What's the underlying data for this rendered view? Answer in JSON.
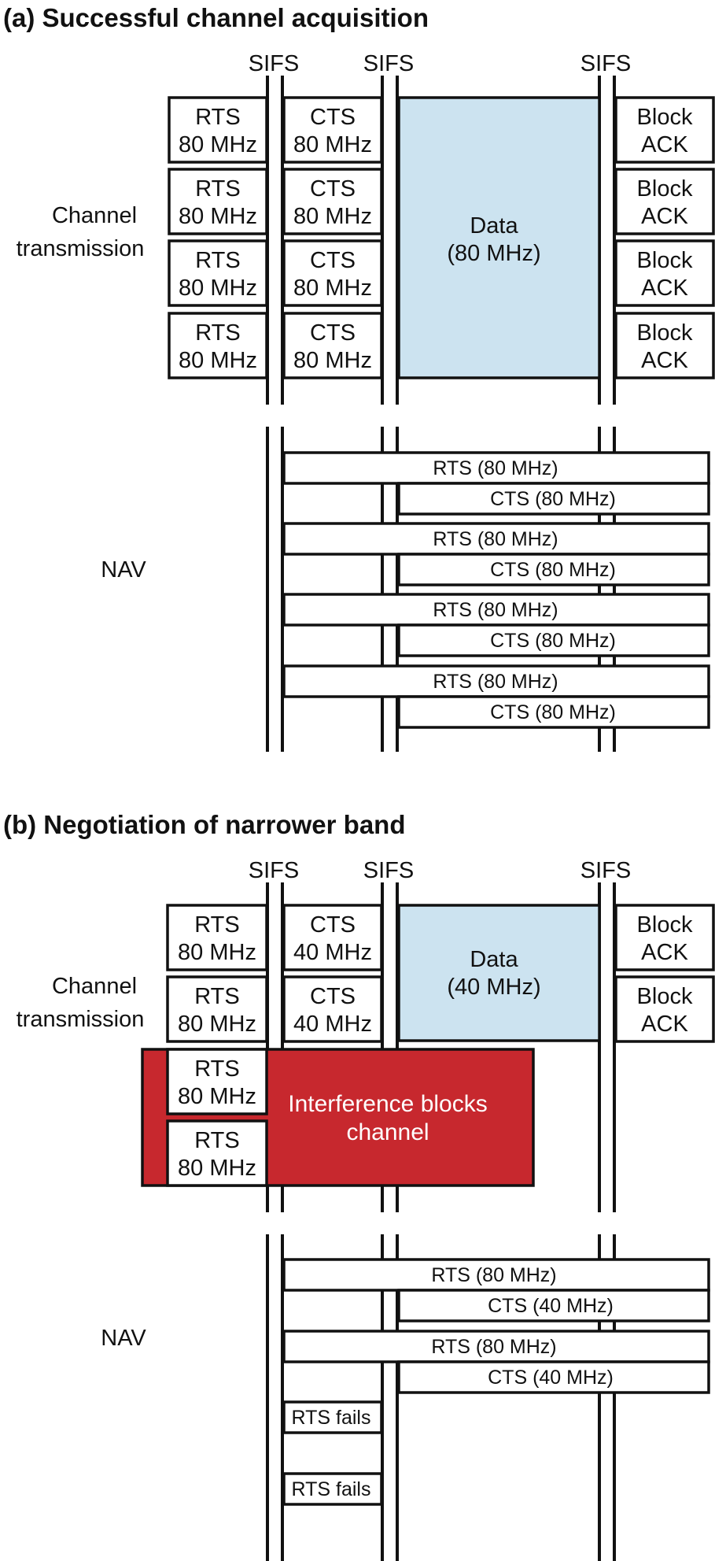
{
  "colors": {
    "data_fill": "#cce3f0",
    "interference_fill": "#c7282e",
    "line": "#111111",
    "interference_text": "#ffffff"
  },
  "panel_a": {
    "title": "(a) Successful channel acquisition",
    "sifs_label": "SIFS",
    "channel_label_line1": "Channel",
    "channel_label_line2": "transmission",
    "nav_label": "NAV",
    "rts_line1": "RTS",
    "rts_line2": "80 MHz",
    "cts_line1": "CTS",
    "cts_line2": "80 MHz",
    "data_line1": "Data",
    "data_line2": "(80 MHz)",
    "ack_line1": "Block",
    "ack_line2": "ACK",
    "nav_rts": "RTS (80 MHz)",
    "nav_cts": "CTS (80 MHz)"
  },
  "panel_b": {
    "title": "(b) Negotiation of narrower band",
    "sifs_label": "SIFS",
    "channel_label_line1": "Channel",
    "channel_label_line2": "transmission",
    "nav_label": "NAV",
    "rts_line1": "RTS",
    "rts_line2": "80 MHz",
    "cts_line1": "CTS",
    "cts_line2": "40 MHz",
    "data_line1": "Data",
    "data_line2": "(40 MHz)",
    "ack_line1": "Block",
    "ack_line2": "ACK",
    "interference_line1": "Interference blocks",
    "interference_line2": "channel",
    "nav_rts": "RTS (80 MHz)",
    "nav_cts": "CTS (40 MHz)",
    "rts_fails": "RTS fails"
  }
}
